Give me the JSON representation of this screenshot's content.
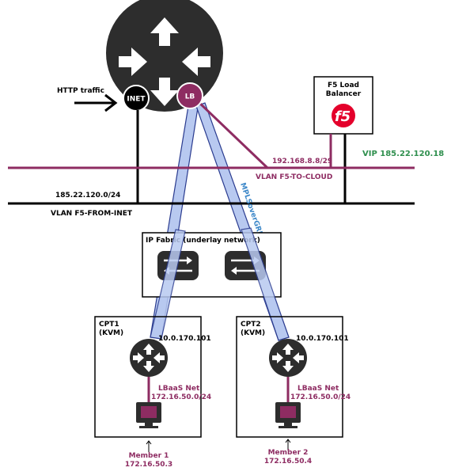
{
  "router": {
    "inet_label": "INET",
    "lb_label": "LB"
  },
  "http_traffic": "HTTP traffic",
  "f5": {
    "title_line1": "F5 Load",
    "title_line2": "Balancer",
    "logo_text": "f5",
    "vip": "VIP 185.22.120.18"
  },
  "vlan_cloud": {
    "subnet": "192.168.8.8/29",
    "name": "VLAN F5-TO-CLOUD"
  },
  "vlan_inet": {
    "subnet": "185.22.120.0/24",
    "name": "VLAN F5-FROM-INET"
  },
  "tunnel_label": "MPLSoverGRE",
  "fabric": {
    "title": "IP Fabric (underlay network)"
  },
  "cpt1": {
    "name_line1": "CPT1",
    "name_line2": "(KVM)",
    "ip": "10.0.170.101",
    "net_name": "LBaaS Net",
    "net_subnet": "172.16.50.0/24",
    "member_line1": "Member 1",
    "member_line2": "172.16.50.3"
  },
  "cpt2": {
    "name_line1": "CPT2",
    "name_line2": "(KVM)",
    "ip": "10.0.170.101",
    "net_name": "LBaaS Net",
    "net_subnet": "172.16.50.0/24",
    "member_line1": "Member 2",
    "member_line2": "172.16.50.4"
  },
  "colors": {
    "vlan_cloud": "#8e2c62",
    "vlan_inet": "#000000",
    "tunnel_fill": "#b8c9f0",
    "tunnel_stroke": "#2a3b8f",
    "vip": "#2f8f4e",
    "tunnel_label": "#3a86c8",
    "router": "#2d2d2d",
    "f5_red": "#e4002b"
  },
  "icons": [
    "router-icon",
    "switch-icon",
    "monitor-icon",
    "f5-logo-icon",
    "arrow-right-icon",
    "arrow-up-icon"
  ]
}
